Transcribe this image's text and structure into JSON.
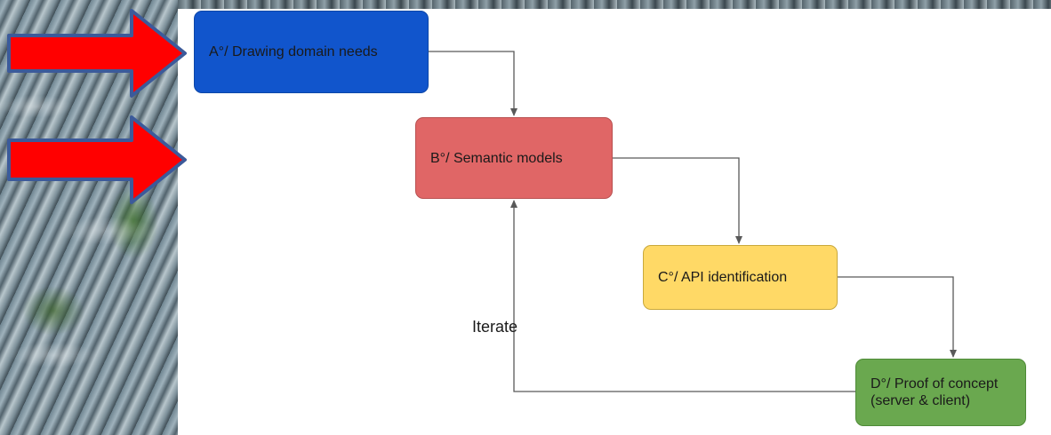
{
  "diagram": {
    "nodes": {
      "a": {
        "label": "A°/ Drawing domain needs",
        "color": "#1155cc"
      },
      "b": {
        "label": "B°/ Semantic models",
        "color": "#e06666"
      },
      "c": {
        "label": "C°/ API identification",
        "color": "#ffd966"
      },
      "d": {
        "label": "D°/ Proof of concept\n(server & client)",
        "color": "#6aa84f"
      }
    },
    "loop_label": "Iterate",
    "edges": [
      {
        "from": "a",
        "to": "b"
      },
      {
        "from": "b",
        "to": "c"
      },
      {
        "from": "c",
        "to": "d"
      },
      {
        "from": "d",
        "to": "b"
      }
    ],
    "colors": {
      "connector": "#595959",
      "pointer_arrow_fill": "#ff0000",
      "pointer_arrow_stroke": "#3c5a9a"
    },
    "pointer_arrows": [
      {
        "points_to": "a"
      },
      {
        "points_to": "b"
      }
    ]
  }
}
